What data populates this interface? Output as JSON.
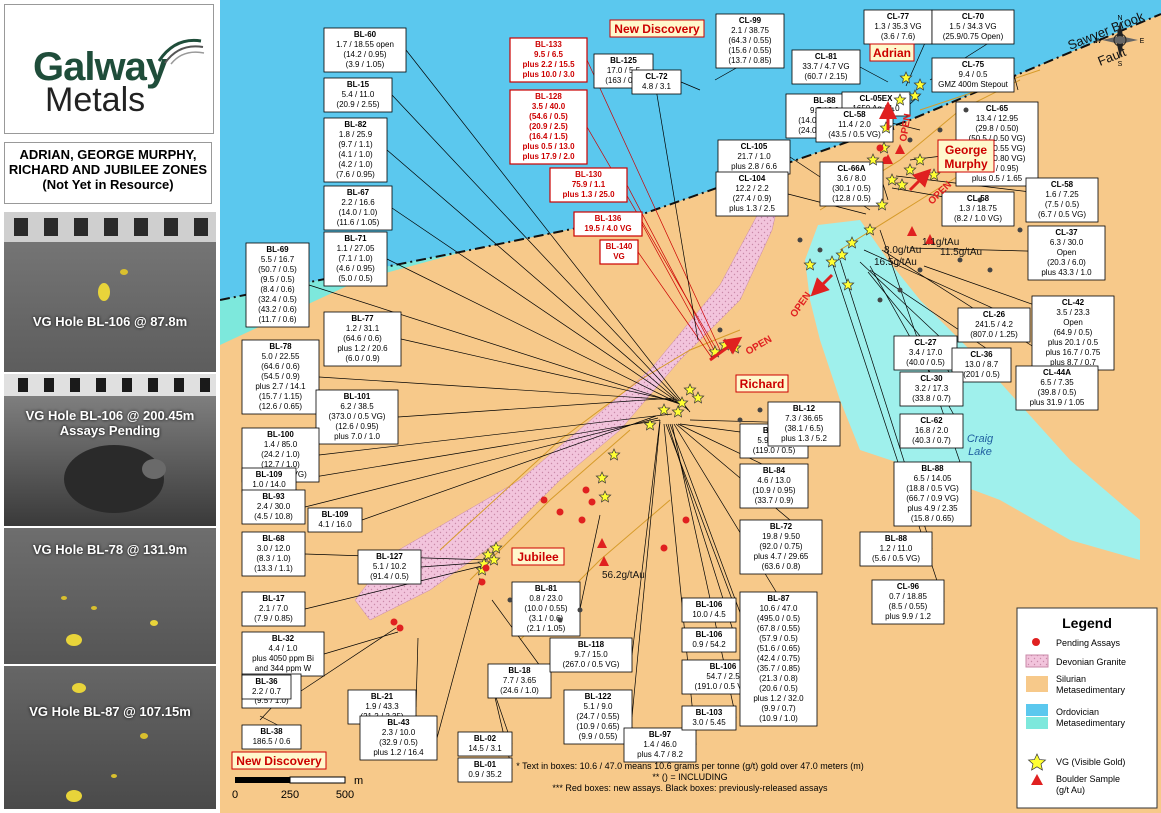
{
  "logo": {
    "word1": "Galway",
    "word2": "Metals"
  },
  "zones_title": [
    "ADRIAN, GEORGE MURPHY,",
    "RICHARD AND JUBILEE ZONES",
    "(Not Yet in Resource)"
  ],
  "photos": [
    {
      "lines": [
        "VG Hole BL-106 @ 87.8m"
      ]
    },
    {
      "lines": [
        "VG Hole BL-106 @ 200.45m",
        "Assays Pending"
      ]
    },
    {
      "lines": [
        "VG Hole BL-78 @ 131.9m"
      ]
    },
    {
      "lines": [
        "VG Hole BL-87 @ 107.15m"
      ]
    }
  ],
  "colors": {
    "ocean": "#5bc8ee",
    "sediment": "#f7c98a",
    "granite": "#f2c4dc",
    "ordovician_green": "#7de8dc",
    "lake": "#9ff0ec",
    "red": "#e02020",
    "vg": "#ffff33"
  },
  "features": {
    "new_discovery_top": "New Discovery",
    "new_discovery_bottom": "New Discovery",
    "adrian": "Adrian",
    "george_murphy_1": "George",
    "george_murphy_2": "Murphy",
    "richard": "Richard",
    "jubilee": "Jubilee",
    "craig_lake_1": "Craig",
    "craig_lake_2": "Lake",
    "fault_1": "Sawyer Brook",
    "fault_2": "Fault",
    "open": "OPEN",
    "boulder_1": "1.1g/tAu",
    "boulder_2": "11.5g/tAu",
    "boulder_3": "8.0g/tAu",
    "boulder_4": "16.5g/tAu",
    "boulder_5": "56.2g/tAu"
  },
  "compass": {
    "n": "N",
    "s": "S",
    "e": "E",
    "w": "W"
  },
  "scale": {
    "t0": "0",
    "t1": "250",
    "t2": "500",
    "unit": "m"
  },
  "footnotes": [
    "* Text in boxes: 10.6 / 47.0 means 10.6 grams per tonne (g/t) gold over 47.0 meters (m)",
    "** () = INCLUDING",
    "*** Red boxes: new assays. Black boxes: previously-released assays"
  ],
  "legend": {
    "title": "Legend",
    "items": [
      {
        "label": "Pending Assays"
      },
      {
        "label": "Devonian Granite"
      },
      {
        "label": "Silurian",
        "label2": "Metasedimentary"
      },
      {
        "label": "Ordovician",
        "label2": "Metasedimentary"
      },
      {
        "label": "VG (Visible Gold)"
      },
      {
        "label": "Boulder Sample",
        "label2": "(g/t Au)"
      }
    ]
  },
  "boxes": [
    {
      "title": "BL-60",
      "lines": [
        "1.7 / 18.55 open",
        "(14.2 / 0.95)",
        "(3.9 / 1.05)"
      ],
      "red": false
    },
    {
      "title": "BL-15",
      "lines": [
        "5.4 / 11.0",
        "(20.9 / 2.55)"
      ],
      "red": false
    },
    {
      "title": "BL-82",
      "lines": [
        "1.8 / 25.9",
        "(9.7 / 1.1)",
        "(4.1 / 1.0)",
        "(4.2 / 1.0)",
        "(7.6 / 0.95)"
      ],
      "red": false
    },
    {
      "title": "BL-67",
      "lines": [
        "2.2 / 16.6",
        "(14.0 / 1.0)",
        "(11.6 / 1.05)"
      ],
      "red": false
    },
    {
      "title": "BL-69",
      "lines": [
        "5.5 / 16.7",
        "(50.7 / 0.5)",
        "(9.5 / 0.5)",
        "(8.4 / 0.6)",
        "(32.4 / 0.5)",
        "(43.2 / 0.6)",
        "(11.7 / 0.6)"
      ],
      "red": false
    },
    {
      "title": "BL-71",
      "lines": [
        "1.1 / 27.05",
        "(7.1 / 1.0)",
        "(4.6 / 0.95)",
        "(5.0 / 0.5)"
      ],
      "red": false
    },
    {
      "title": "BL-77",
      "lines": [
        "1.2 / 31.1",
        "(64.6 / 0.6)",
        "plus 1.2 / 20.6",
        "(6.0 / 0.9)"
      ],
      "red": false
    },
    {
      "title": "BL-78",
      "lines": [
        "5.0 / 22.55",
        "(64.6 / 0.6)",
        "(54.5 / 0.9)",
        "plus 2.7 / 14.1",
        "(15.7 / 1.15)",
        "(12.6 / 0.65)"
      ],
      "red": false
    },
    {
      "title": "BL-101",
      "lines": [
        "6.2 / 38.5",
        "(373.0 / 0.5 VG)",
        "(12.6 / 0.95)",
        "plus 7.0 / 1.0"
      ],
      "red": false
    },
    {
      "title": "BL-100",
      "lines": [
        "1.4 / 85.0",
        "(24.2 / 1.0)",
        "(12.7 / 1.0)",
        "(5.21 / 1.0 VG)"
      ],
      "red": false
    },
    {
      "title": "BL-109",
      "lines": [
        "1.0 / 14.0"
      ],
      "red": false
    },
    {
      "title": "BL-93",
      "lines": [
        "2.4 / 30.0",
        "(4.5 / 10.8)"
      ],
      "red": false
    },
    {
      "title": "BL-109",
      "lines": [
        "4.1 / 16.0"
      ],
      "red": false
    },
    {
      "title": "BL-68",
      "lines": [
        "3.0 / 12.0",
        "(8.3 / 1.0)",
        "(13.3 / 1.1)"
      ],
      "red": false
    },
    {
      "title": "BL-127",
      "lines": [
        "5.1 / 10.2",
        "(91.4 / 0.5)"
      ],
      "red": false
    },
    {
      "title": "BL-17",
      "lines": [
        "2.1 / 7.0",
        "(7.9 / 0.85)"
      ],
      "red": false
    },
    {
      "title": "BL-32",
      "lines": [
        "4.4 / 1.0",
        "plus 4050 ppm Bi",
        "and 344 ppm W"
      ],
      "red": false
    },
    {
      "title": "BL-20A",
      "lines": [
        "1.2 / 20.5",
        "(9.5 / 1.0)"
      ],
      "red": false
    },
    {
      "title": "BL-36",
      "lines": [
        "2.2 / 0.7"
      ],
      "red": false
    },
    {
      "title": "BL-38",
      "lines": [
        "186.5 / 0.6"
      ],
      "red": false
    },
    {
      "title": "BL-21",
      "lines": [
        "1.9 / 43.3",
        "(21.2 / 2.35)"
      ],
      "red": false
    },
    {
      "title": "BL-43",
      "lines": [
        "2.3 / 10.0",
        "(32.9 / 0.5)",
        "plus 1.2 / 16.4"
      ],
      "red": false
    },
    {
      "title": "BL-02",
      "lines": [
        "14.5 / 3.1"
      ],
      "red": false
    },
    {
      "title": "BL-01",
      "lines": [
        "0.9 / 35.2"
      ],
      "red": false
    },
    {
      "title": "BL-18",
      "lines": [
        "7.7 / 3.65",
        "(24.6 / 1.0)"
      ],
      "red": false
    },
    {
      "title": "BL-81",
      "lines": [
        "0.8 / 23.0",
        "(10.0 / 0.55)",
        "(3.1 / 0.6)",
        "(2.1 / 1.05)"
      ],
      "red": false
    },
    {
      "title": "BL-118",
      "lines": [
        "9.7 / 15.0",
        "(267.0 / 0.5 VG)"
      ],
      "red": false
    },
    {
      "title": "BL-122",
      "lines": [
        "5.1 / 9.0",
        "(24.7 / 0.55)",
        "(10.9 / 0.65)",
        "(9.9 / 0.55)"
      ],
      "red": false
    },
    {
      "title": "BL-97",
      "lines": [
        "1.4 / 46.0",
        "plus 4.7 / 8.2"
      ],
      "red": false
    },
    {
      "title": "BL-106",
      "lines": [
        "10.0 / 4.5"
      ],
      "red": false
    },
    {
      "title": "BL-106",
      "lines": [
        "0.9 / 54.2"
      ],
      "red": false
    },
    {
      "title": "BL-106",
      "lines": [
        "54.7 / 2.5",
        "(191.0 / 0.5 VG)"
      ],
      "red": false
    },
    {
      "title": "BL-103",
      "lines": [
        "3.0 / 5.45"
      ],
      "red": false
    },
    {
      "title": "BL-87",
      "lines": [
        "10.6 / 47.0",
        "(495.0 / 0.5)",
        "(67.8 / 0.55)",
        "(57.9 / 0.5)",
        "(51.6 / 0.65)",
        "(42.4 / 0.75)",
        "(35.7 / 0.85)",
        "(21.3 / 0.8)",
        "(20.6 / 0.5)",
        "plus 1.2 / 32.0",
        "(9.9 / 0.7)",
        "(10.9 / 1.0)"
      ],
      "red": false
    },
    {
      "title": "BL-72",
      "lines": [
        "19.8 / 9.50",
        "(92.0 / 0.75)",
        "plus 4.7 / 29.65",
        "(63.6 / 0.8)"
      ],
      "red": false
    },
    {
      "title": "BL-84",
      "lines": [
        "4.6 / 13.0",
        "(10.9 / 0.95)",
        "(33.7 / 0.9)"
      ],
      "red": false
    },
    {
      "title": "BL-59",
      "lines": [
        "5.9 / 12.0",
        "(119.0 / 0.5)"
      ],
      "red": false
    },
    {
      "title": "BL-12",
      "lines": [
        "7.3 / 36.65",
        "(38.1 / 6.5)",
        "plus 1.3 / 5.2"
      ],
      "red": false
    },
    {
      "title": "BL-133",
      "lines": [
        "9.5 / 6.5",
        "plus 2.2 / 15.5",
        "plus 10.0 / 3.0"
      ],
      "red": true
    },
    {
      "title": "BL-128",
      "lines": [
        "3.5 / 40.0",
        "(54.6 / 0.5)",
        "(20.9 / 2.5)",
        "(16.4 / 1.5)",
        "plus 0.5 / 13.0",
        "plus 17.9 / 2.0"
      ],
      "red": true
    },
    {
      "title": "BL-130",
      "lines": [
        "75.9 / 1.1",
        "plus 1.3 / 25.0"
      ],
      "red": true
    },
    {
      "title": "BL-136",
      "lines": [
        "19.5 / 4.0 VG"
      ],
      "red": true
    },
    {
      "title": "BL-140",
      "lines": [
        "VG"
      ],
      "red": true
    },
    {
      "title": "BL-125",
      "lines": [
        "17.0 / 5.5",
        "(163 / 0.5)"
      ],
      "red": false
    },
    {
      "title": "CL-72",
      "lines": [
        "4.8 / 3.1"
      ],
      "red": false
    },
    {
      "title": "CL-99",
      "lines": [
        "2.1 / 38.75",
        "(64.3 / 0.55)",
        "(15.6 / 0.55)",
        "(13.7 / 0.85)"
      ],
      "red": false
    },
    {
      "title": "BL-88",
      "lines": [
        "9.7 / 2.0",
        "(14.0 / 0.5 VG)",
        "(24.0 / 0.5 VG)"
      ],
      "red": false
    },
    {
      "title": "CL-105",
      "lines": [
        "21.7 / 1.0",
        "plus 2.8 / 6.6"
      ],
      "red": false
    },
    {
      "title": "CL-104",
      "lines": [
        "12.2 / 2.2",
        "(27.4 / 0.9)",
        "plus 1.3 / 2.5"
      ],
      "red": false
    },
    {
      "title": "CL-81",
      "lines": [
        "33.7 / 4.7 VG",
        "(60.7 / 2.15)"
      ],
      "red": false
    },
    {
      "title": "CL-77",
      "lines": [
        "1.3 / 35.3 VG",
        "(3.6 / 7.6)"
      ],
      "red": false
    },
    {
      "title": "CL-70",
      "lines": [
        "1.5 / 34.3 VG",
        "(25.9/0.75 Open)"
      ],
      "red": false
    },
    {
      "title": "CL-05EX",
      "lines": [
        "1650 Ag / 1.0"
      ],
      "red": false
    },
    {
      "title": "CL-58",
      "lines": [
        "11.4 / 2.0",
        "(43.5 / 0.5 VG)"
      ],
      "red": false
    },
    {
      "title": "CL-75",
      "lines": [
        "9.4 / 0.5",
        "GMZ 400m Stepout"
      ],
      "red": false
    },
    {
      "title": "CL-65",
      "lines": [
        "13.4 / 12.95",
        "(29.8 / 0.50)",
        "(50.5 / 0.50 VG)",
        "(26.0 / 0.55 VG)",
        "(78.9 / 0.80 VG)",
        "(32.9 / 0.95)",
        "plus 0.5 / 1.65"
      ],
      "red": false
    },
    {
      "title": "CL-66A",
      "lines": [
        "3.6 / 8.0",
        "(30.1 / 0.5)",
        "(12.8 / 0.5)"
      ],
      "red": false
    },
    {
      "title": "CL-58",
      "lines": [
        "1.3 / 18.75",
        "(8.2 / 1.0 VG)"
      ],
      "red": false
    },
    {
      "title": "CL-58",
      "lines": [
        "1.6 / 7.25",
        "(7.5 / 0.5)",
        "(6.7 / 0.5 VG)"
      ],
      "red": false
    },
    {
      "title": "CL-37",
      "lines": [
        "6.3 / 30.0",
        "Open",
        "(20.3 / 6.0)",
        "plus 43.3 / 1.0"
      ],
      "red": false
    },
    {
      "title": "CL-42",
      "lines": [
        "3.5 / 23.3",
        "Open",
        "(64.9 / 0.5)",
        "plus 20.1 / 0.5",
        "plus 16.7 / 0.75",
        "plus 8.7 / 0.7"
      ],
      "red": false
    },
    {
      "title": "CL-26",
      "lines": [
        "241.5 / 4.2",
        "(807.0 / 1.25)"
      ],
      "red": false
    },
    {
      "title": "CL-27",
      "lines": [
        "3.4 / 17.0",
        "(40.0 / 0.5)"
      ],
      "red": false
    },
    {
      "title": "CL-36",
      "lines": [
        "13.0 / 8.7",
        "(201 / 0.5)"
      ],
      "red": false
    },
    {
      "title": "CL-30",
      "lines": [
        "3.2 / 17.3",
        "(33.8 / 0.7)"
      ],
      "red": false
    },
    {
      "title": "CL-44A",
      "lines": [
        "6.5 / 7.35",
        "(39.8 / 0.5)",
        "plus 31.9 / 1.05"
      ],
      "red": false
    },
    {
      "title": "CL-62",
      "lines": [
        "16.8 / 2.0",
        "(40.3 / 0.7)"
      ],
      "red": false
    },
    {
      "title": "BL-88",
      "lines": [
        "6.5 / 14.05",
        "(18.8 / 0.5 VG)",
        "(66.7 / 0.9 VG)",
        "plus 4.9 / 2.35",
        "(15.8 / 0.65)"
      ],
      "red": false
    },
    {
      "title": "BL-88",
      "lines": [
        "1.2 / 11.0",
        "(5.6 / 0.5 VG)"
      ],
      "red": false
    },
    {
      "title": "CL-96",
      "lines": [
        "0.7 / 18.85",
        "(8.5 / 0.55)",
        "plus 9.9 / 1.2"
      ],
      "red": false
    }
  ]
}
